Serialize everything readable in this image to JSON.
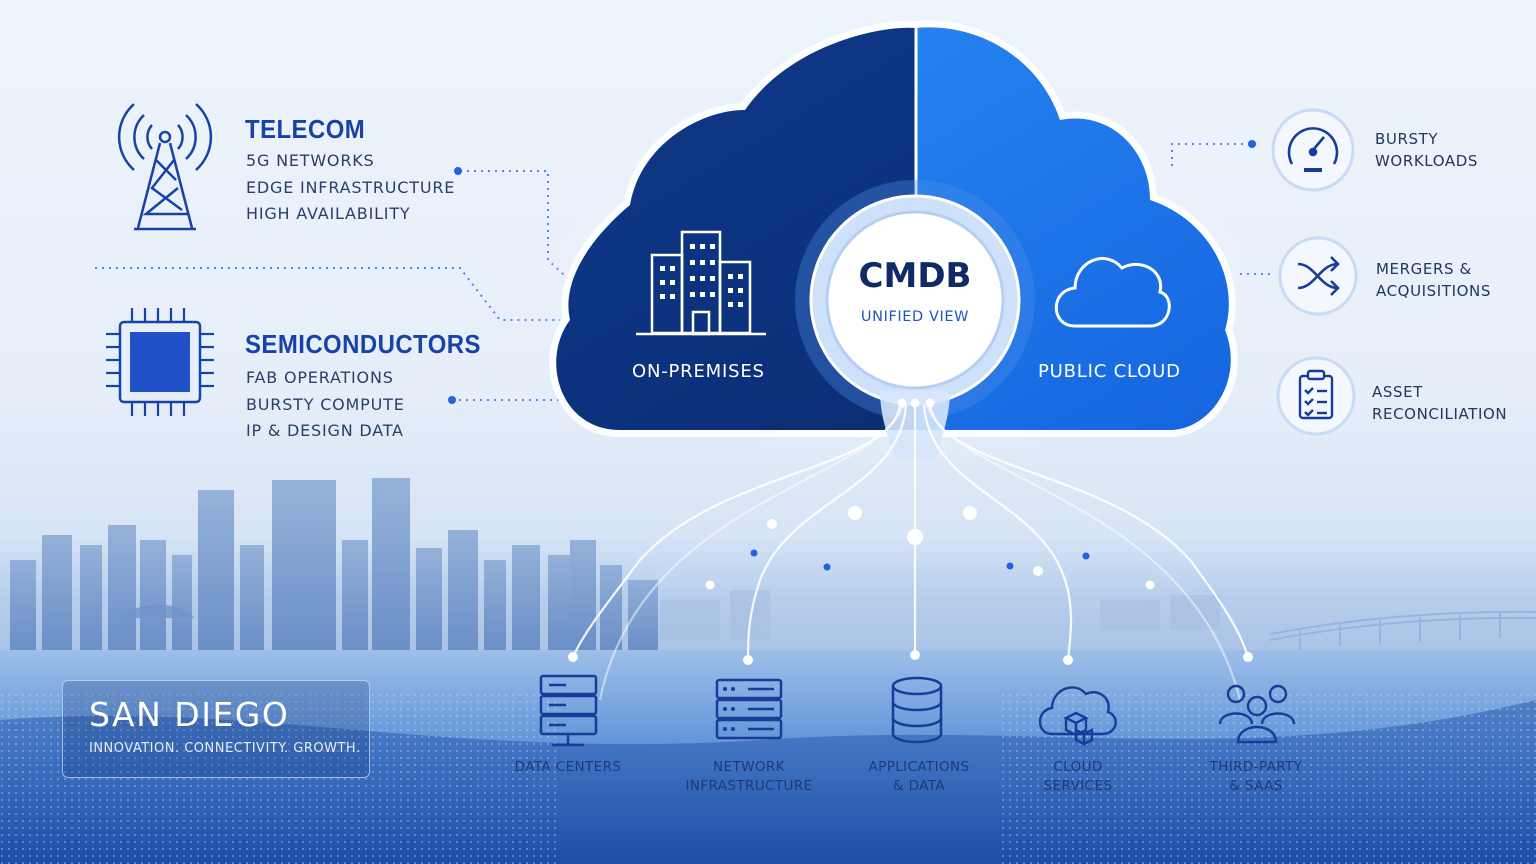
{
  "colors": {
    "navy": "#0d3279",
    "brand_blue": "#1a5fd8",
    "bright_blue": "#2f86f0",
    "text_dark": "#24365c",
    "title_blue": "#1742a8",
    "icon_blue": "#173c9a"
  },
  "hub": {
    "title": "CMDB",
    "subtitle": "UNIFIED VIEW",
    "left_label": "ON-PREMISES",
    "right_label": "PUBLIC CLOUD",
    "left_icon": "office-buildings-icon",
    "right_icon": "cloud-outline-icon"
  },
  "industries": [
    {
      "title": "TELECOM",
      "icon": "radio-tower-icon",
      "items": [
        "5G NETWORKS",
        "EDGE INFRASTRUCTURE",
        "HIGH AVAILABILITY"
      ]
    },
    {
      "title": "SEMICONDUCTORS",
      "icon": "microchip-icon",
      "items": [
        "FAB OPERATIONS",
        "BURSTY COMPUTE",
        "IP & DESIGN DATA"
      ]
    }
  ],
  "drivers": [
    {
      "label_lines": [
        "BURSTY",
        "WORKLOADS"
      ],
      "icon": "speedometer-icon"
    },
    {
      "label_lines": [
        "MERGERS &",
        "ACQUISITIONS"
      ],
      "icon": "shuffle-arrows-icon"
    },
    {
      "label_lines": [
        "ASSET",
        "RECONCILIATION"
      ],
      "icon": "clipboard-checklist-icon"
    }
  ],
  "sources": [
    {
      "label_lines": [
        "DATA CENTERS"
      ],
      "icon": "server-rack-icon"
    },
    {
      "label_lines": [
        "NETWORK",
        "INFRASTRUCTURE"
      ],
      "icon": "network-switch-icon"
    },
    {
      "label_lines": [
        "APPLICATIONS",
        "& DATA"
      ],
      "icon": "database-icon"
    },
    {
      "label_lines": [
        "CLOUD",
        "SERVICES"
      ],
      "icon": "cloud-package-icon"
    },
    {
      "label_lines": [
        "THIRD-PARTY",
        "& SAAS"
      ],
      "icon": "user-group-icon"
    }
  ],
  "location": {
    "title": "SAN DIEGO",
    "tagline": "INNOVATION. CONNECTIVITY. GROWTH."
  }
}
